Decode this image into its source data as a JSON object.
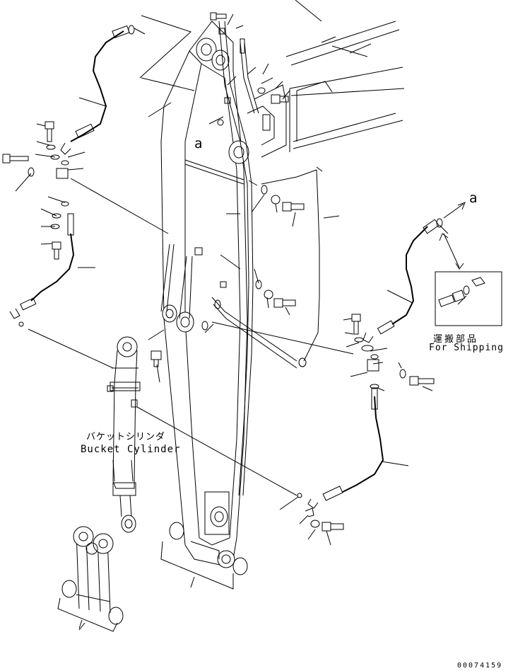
{
  "labels": {
    "bucket_cylinder_jp": "バケットシリンダ",
    "bucket_cylinder_en": "Bucket Cylinder",
    "shipping_jp": "運搬部品",
    "shipping_en": "For Shipping",
    "ref_mark_top": "a",
    "ref_mark_right": "a",
    "document_number": "00074159"
  },
  "colors": {
    "line": "#000000",
    "background": "#ffffff"
  }
}
